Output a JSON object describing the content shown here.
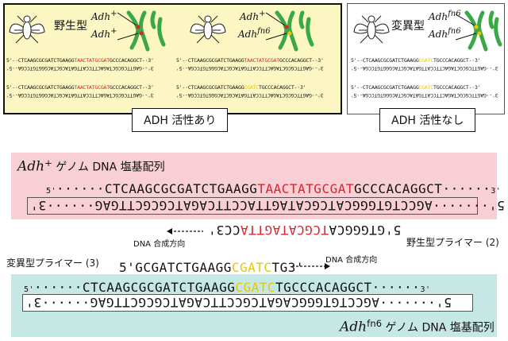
{
  "panels": {
    "wildtype_label": "野生型",
    "mutant_label": "変異型",
    "adh_plus": "Adh",
    "adh_plus_sup": "+",
    "adh_fn6": "Adh",
    "adh_fn6_sup": "fn6",
    "active_label": "ADH 活性あり",
    "inactive_label": "ADH 活性なし"
  },
  "mini": {
    "wt_top_a": "5'-·CTCAAGCGCGATCTGAAGG",
    "wt_top_b": "TAACTATGCGAT",
    "wt_top_c": "GCCCACAGGCT-·3'",
    "wt_bot": "3'-·GAGTTCGCGCTAGACTTCCATTGATACGCTACGGGTGTCCGA-·5'",
    "mix_top_a": "5'-·CTCAAGCGCGATCTGAAGG",
    "mix_top_b": "TAACTATGCGAT",
    "mix_top_c": "GCCCACAGGCT-·3'",
    "mix_bot_a": "5'-·CTCAAGCGCGATCTGAAGG",
    "mix_bot_b": "CGATC",
    "mix_bot_c": "TGCCCACAGGCT-·3'",
    "mut_top_a": "5'-·CTCAAGCGCGATCTGAAGG",
    "mut_top_b": "CGATC",
    "mut_top_c": "TGCCCACAGGCT-·3'"
  },
  "wildtype_genome": {
    "title_gene": "Adh",
    "title_sup": "+",
    "title_rest": " ゲノム DNA 塩基配列",
    "prime5": "5'",
    "prime3": "3'",
    "dots": "······",
    "top_a": "CTCAAGCGCGATCTGAAGG",
    "top_b": "TAACTATGCGAT",
    "top_c": "GCCCACAGGCT",
    "bottom": "5'·······AGCCTGTGGGCATCGCATAGTTACCTTCAGATCGCGCTTGAG······3'"
  },
  "primer2": {
    "sequence_a": "5'GTGGGCA",
    "sequence_b": "TCGCATAGTTA",
    "sequence_c": "CC3'",
    "direction": "DNA 合成方向",
    "label": "野生型プライマー (2)"
  },
  "primer3": {
    "label": "変異型プライマー (3)",
    "sequence_a": "5'GCGATCTGAAGG",
    "sequence_b": "CGATC",
    "sequence_c": "TG3'",
    "direction": "DNA 合成方向"
  },
  "mutant_genome": {
    "prime5": "5'",
    "prime3": "3'",
    "dots": "······",
    "top_a": "CTCAAGCGCGATCTGAAGG",
    "top_b": "CGATC",
    "top_c": "TGCCCACAGGCT",
    "bottom": "5'·······AGCCTGTGGGCAGATCGCCTTCAGATCGCGCTTGAG······3'",
    "title_gene": "Adh",
    "title_sup": "fn6",
    "title_rest": " ゲノム DNA 塩基配列"
  }
}
